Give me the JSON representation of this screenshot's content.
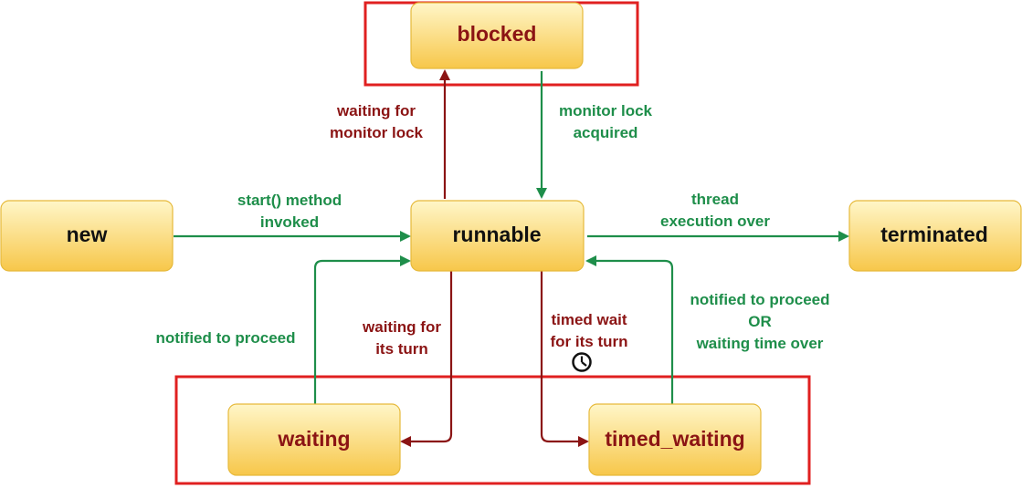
{
  "states": {
    "blocked": "blocked",
    "new": "new",
    "runnable": "runnable",
    "terminated": "terminated",
    "waiting": "waiting",
    "timed_waiting": "timed_waiting"
  },
  "transitions": {
    "waiting_for_monitor_lock": [
      "waiting for",
      "monitor lock"
    ],
    "monitor_lock_acquired": [
      "monitor lock",
      "acquired"
    ],
    "start_method_invoked": [
      "start() method",
      "invoked"
    ],
    "thread_execution_over": [
      "thread",
      "execution over"
    ],
    "notified_to_proceed": [
      "notified to proceed"
    ],
    "waiting_for_its_turn": [
      "waiting for",
      "its turn"
    ],
    "timed_wait_for_its_turn": [
      "timed wait",
      "for its turn"
    ],
    "notified_or_time_over": [
      "notified to proceed",
      "OR",
      "waiting time over"
    ]
  },
  "icons": {
    "clock": "clock-icon"
  },
  "colors": {
    "accept_arrow": "#1e8e4a",
    "wait_arrow": "#8b1414",
    "highlight_box": "#e02020",
    "node_fill_top": "#fff6c8",
    "node_fill_bottom": "#f7c74a"
  }
}
